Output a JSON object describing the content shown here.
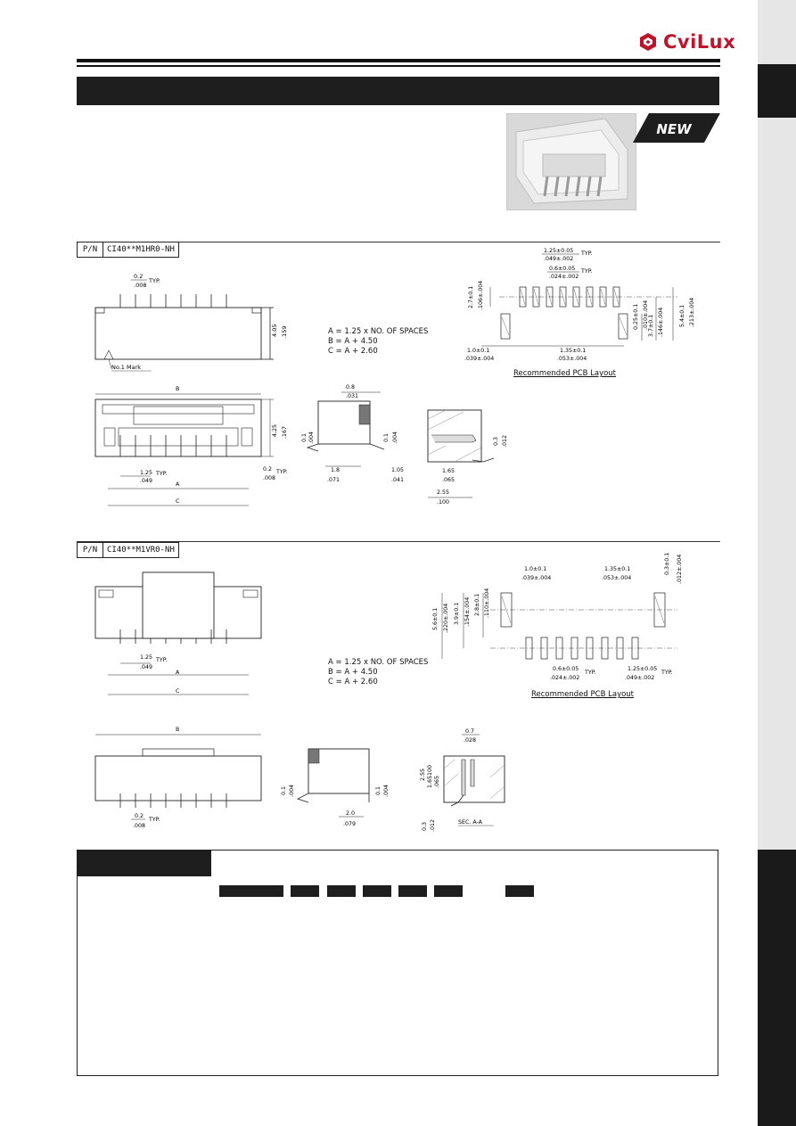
{
  "brand": {
    "logo_text": "CviLux",
    "logo_color": "#c0132b"
  },
  "badge": {
    "new_label": "NEW"
  },
  "section_horizontal": {
    "pn_label": "P/N",
    "pn_value": "CI40**M1HR0-NH",
    "formula": "A = 1.25 x NO. OF SPACES\nB = A + 4.50\nC = A + 2.60",
    "pcb_caption": "Recommended PCB Layout",
    "mark_label": "No.1 Mark",
    "dims": {
      "pitch_top": "1.25±0.05",
      "pitch_top_in": ".049±.002",
      "typ": "TYP.",
      "pad_w": "0.6±0.05",
      "pad_w_in": ".024±.002",
      "pad_h": "2.7±0.1",
      "pad_h_in": ".106±.004",
      "side_off": "1.0±0.1",
      "side_off_in": ".039±.004",
      "side_gap": "1.35±0.1",
      "side_gap_in": ".053±.004",
      "nail_h": "0.25±0.1",
      "nail_h_in": ".010±.004",
      "nail_body": "3.7±0.1",
      "nail_body_in": ".146±.004",
      "total_h": "5.4±0.1",
      "total_h_in": ".213±.004",
      "pin_w": "0.2",
      "pin_w_in": ".008",
      "body_h": "4.05",
      "body_h_in": ".159",
      "depth": "4.25",
      "depth_in": ".167",
      "pitch": "1.25",
      "pitch_in": ".049",
      "lead": "0.8",
      "lead_in": ".031",
      "stand": "0.1",
      "stand_in": ".004",
      "foot": "1.8",
      "foot_in": ".071",
      "tail": "1.05",
      "tail_in": ".041",
      "sec_h": "0.3",
      "sec_h_in": ".012",
      "sec_a": "1.65",
      "sec_a_in": ".065",
      "sec_b": "2.55",
      "sec_b_in": ".100",
      "A": "A",
      "B": "B",
      "C": "C"
    }
  },
  "section_vertical": {
    "pn_label": "P/N",
    "pn_value": "CI40**M1VR0-NH",
    "formula": "A = 1.25 x NO. OF SPACES\nB = A + 4.50\nC = A + 2.60",
    "pcb_caption": "Recommended PCB Layout",
    "sec_label": "SEC. A-A",
    "dims": {
      "side_off": "1.0±0.1",
      "side_off_in": ".039±.004",
      "side_gap": "1.35±0.1",
      "side_gap_in": ".053±.004",
      "nail": "0.3±0.1",
      "nail_in": ".012±.004",
      "total": "5.6±0.1",
      "total_in": ".220±.004",
      "mid": "3.9±0.1",
      "mid_in": ".154±.004",
      "pad": "2.8±0.1",
      "pad_in": ".110±.004",
      "pad_w": "0.6±0.05",
      "pad_w_in": ".024±.002",
      "pitch_top": "1.25±0.05",
      "pitch_top_in": ".049±.002",
      "typ": "TYP.",
      "pitch": "1.25",
      "pitch_in": ".049",
      "pin_w": "0.2",
      "pin_w_in": ".008",
      "stand": "0.1",
      "stand_in": ".004",
      "foot": "2.0",
      "foot_in": ".079",
      "lead": "0.7",
      "lead_in": ".028",
      "sec1": "2.55",
      "sec2": "1.65",
      "sec2_in": ".065",
      "sec3": ".100",
      "sec_h": "0.3",
      "sec_h_in": ".012",
      "A": "A",
      "B": "B",
      "C": "C"
    }
  },
  "ordering": {
    "blocks": 8
  }
}
